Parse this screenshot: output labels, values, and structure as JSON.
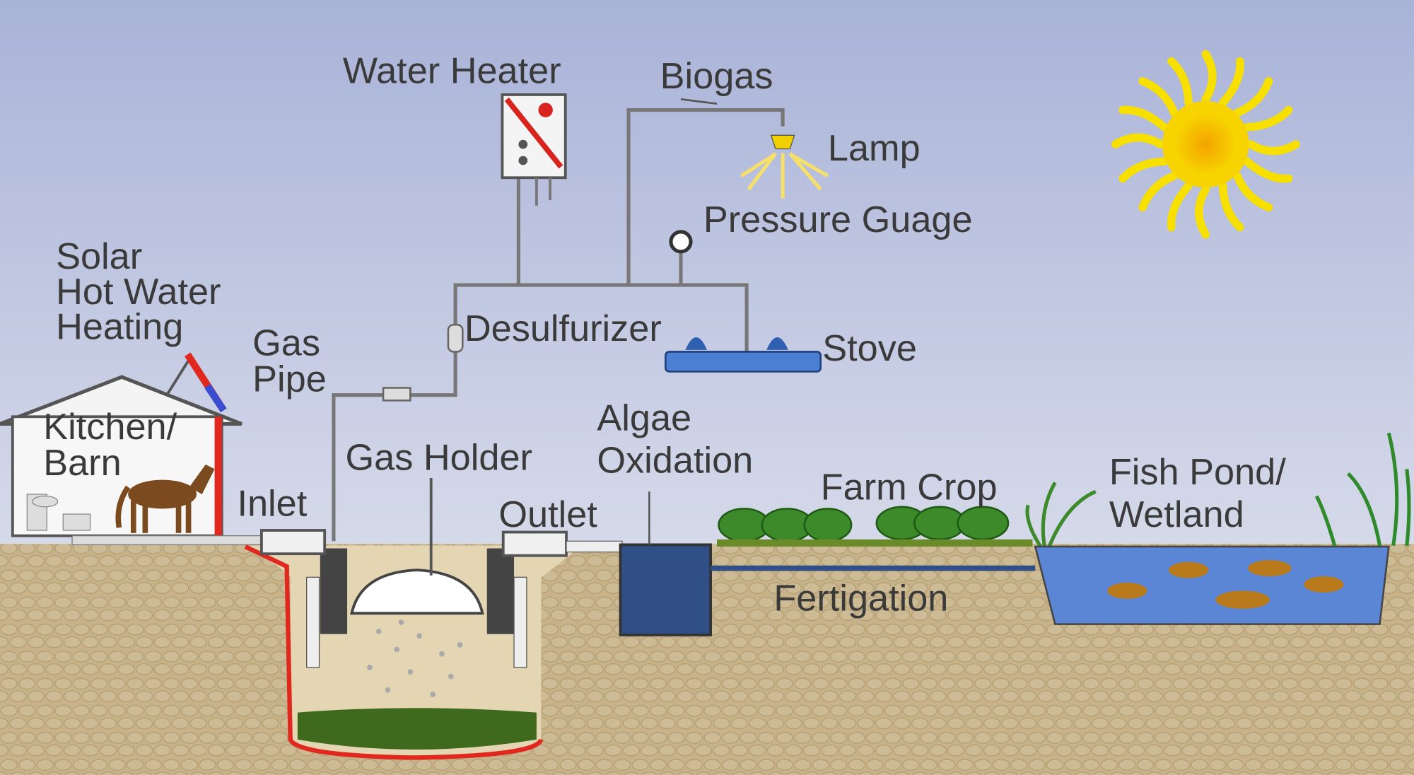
{
  "labels": {
    "water_heater": "Water Heater",
    "biogas": "Biogas",
    "lamp": "Lamp",
    "pressure_gauge": "Pressure Guage",
    "solar": [
      "Solar",
      "Hot Water",
      "Heating"
    ],
    "gas_pipe": [
      "Gas",
      "Pipe"
    ],
    "desulfurizer": "Desulfurizer",
    "stove": "Stove",
    "kitchen_barn": [
      "Kitchen/",
      "Barn"
    ],
    "algae_oxidation": [
      "Algae",
      "Oxidation"
    ],
    "gas_holder": "Gas Holder",
    "farm_crop": "Farm Crop",
    "fish_pond": [
      "Fish Pond/",
      "Wetland"
    ],
    "inlet": "Inlet",
    "outlet": "Outlet",
    "fertigation": "Fertigation"
  },
  "colors": {
    "sky_top": "#a9b3d8",
    "sky_bottom": "#e8eaf1",
    "ground": "#c7b289",
    "pond": "#5b86d6",
    "sun": "#f7e000",
    "slurry": "#3f6a1e",
    "liner": "#e0281e"
  }
}
